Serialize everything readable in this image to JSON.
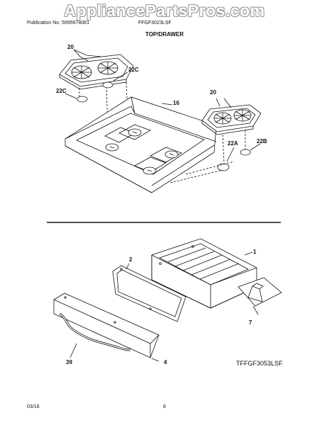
{
  "watermark": "AppliancePartsPros.com",
  "header": {
    "publication": "Publication No. 5995674081",
    "model": "FFGF3023LSF"
  },
  "section_title": "TOP/DRAWER",
  "callouts": {
    "grate_left": "20",
    "grate_right": "20",
    "foot_22c_upper": "22C",
    "foot_22c_left": "22C",
    "cooktop": "16",
    "foot_22a": "22A",
    "foot_22b": "22B",
    "drawer_body": "1",
    "drawer_liner": "2",
    "drawer_front": "4",
    "drawer_handle": "39",
    "drawer_clip": "7"
  },
  "model_note": "TFFGF3053LSF",
  "footer": {
    "date": "03/16",
    "page": "8"
  }
}
